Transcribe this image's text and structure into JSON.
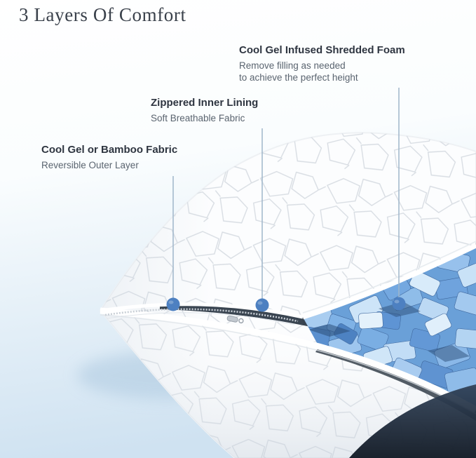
{
  "page": {
    "title": "3 Layers Of Comfort"
  },
  "callouts": [
    {
      "title": "Cool Gel or Bamboo Fabric",
      "subtitle": "Reversible Outer Layer"
    },
    {
      "title": "Zippered Inner Lining",
      "subtitle": "Soft Breathable Fabric"
    },
    {
      "title": "Cool Gel Infused Shredded Foam",
      "subtitle": "Remove filling as needed",
      "subtitle2": "to achieve the perfect height"
    }
  ],
  "colors": {
    "marker_dot": "#4d80c1",
    "leader_line": "#9fb6ca",
    "foam_blue": "#6aa0d8",
    "background_tint": "#cfe2f1",
    "title_text": "#3a414b"
  }
}
